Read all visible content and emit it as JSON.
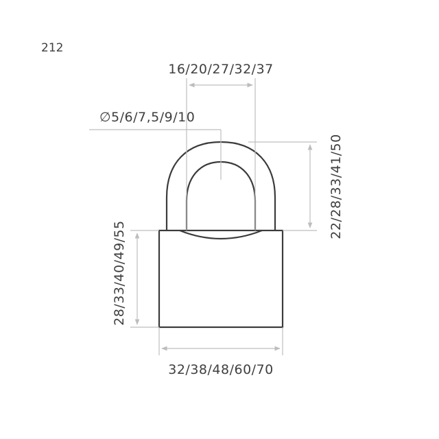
{
  "model_code": "212",
  "labels": {
    "shackle_inner_width": "16/20/27/32/37",
    "shackle_diameter": "∅5/6/7,5/9/10",
    "shackle_height": "22/28/33/41/50",
    "body_height": "28/33/40/49/55",
    "body_width": "32/38/48/60/70"
  },
  "colors": {
    "outline": "#3b3b3b",
    "dimension_line": "#bdbdbd",
    "text": "#3f3f3f"
  }
}
